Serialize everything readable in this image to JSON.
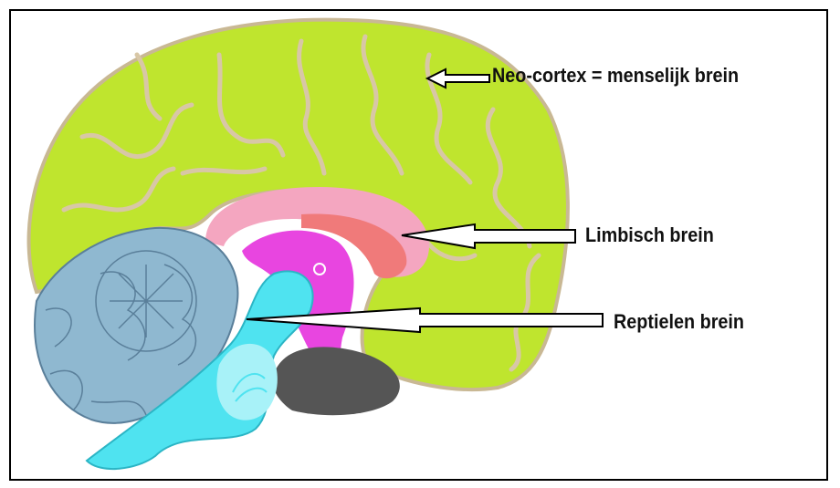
{
  "labels": {
    "neocortex": "Neo-cortex = menselijk brein",
    "limbisch": "Limbisch brein",
    "reptielen": "Reptielen brein"
  },
  "colors": {
    "neocortex": "#bfe52e",
    "sulcus": "#d8c7a6",
    "limbic_pink": "#f4a6c0",
    "limbic_salmon": "#f07a7a",
    "limbic_magenta": "#e845e0",
    "brainstem": "#4fe3f0",
    "brainstem_light": "#a8f2f8",
    "cerebellum": "#8fb8d0",
    "cerebellum_dark": "#5a7f9a",
    "pons_dark": "#555555"
  },
  "icons": [
    "arrow-neocortex-icon",
    "arrow-limbic-icon",
    "arrow-reptilian-icon"
  ]
}
